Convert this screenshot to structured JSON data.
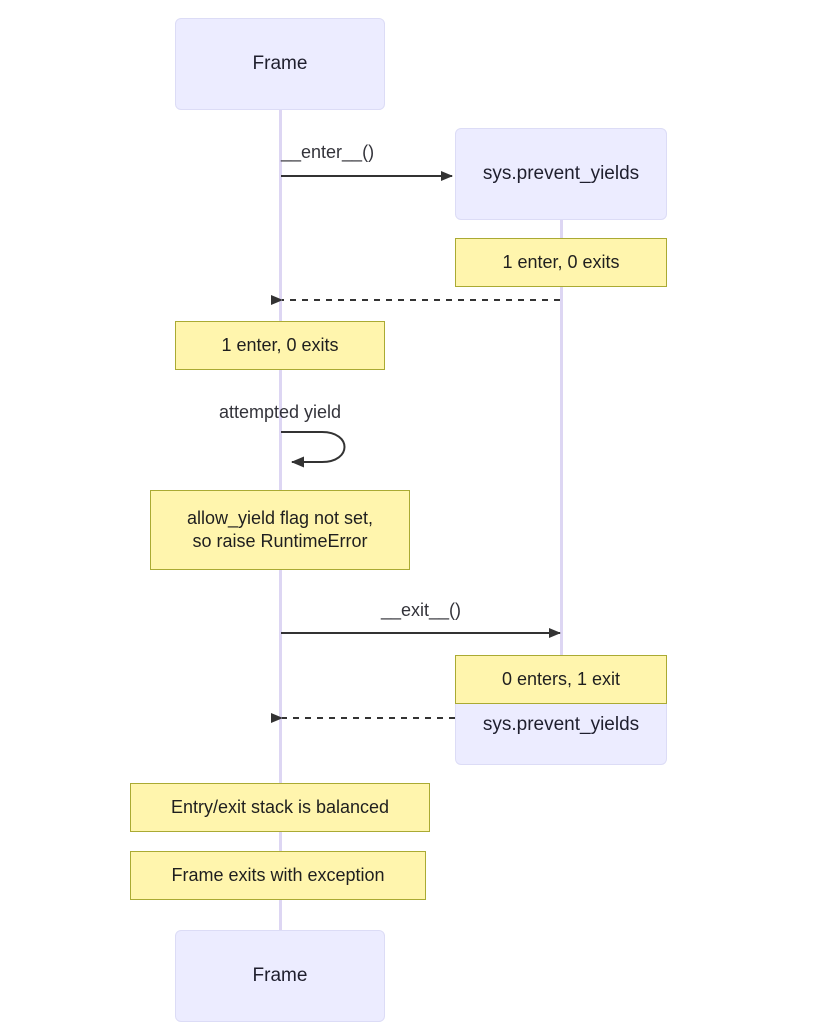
{
  "diagram": {
    "type": "sequence-diagram",
    "title": "",
    "background_color": "#ffffff",
    "actor_fill": "#ececff",
    "actor_stroke": "#dcdcf6",
    "note_fill": "#fff5ad",
    "note_stroke": "#aaaa33",
    "lifeline_color": "#ddd6f3",
    "arrow_color": "#333333",
    "label_color": "#33333a"
  },
  "participants": {
    "left_top": {
      "label": "Frame"
    },
    "left_bottom": {
      "label": "Frame"
    },
    "right_top": {
      "label": "sys.prevent_yields"
    },
    "right_bottom": {
      "label": "sys.prevent_yields"
    }
  },
  "messages": [
    {
      "id": "enter",
      "label": "__enter__()",
      "kind": "solid-arrow",
      "direction": "left-to-right"
    },
    {
      "id": "enter_return",
      "label": "",
      "kind": "dashed-arrow",
      "direction": "right-to-left"
    },
    {
      "id": "attempted_yield",
      "label": "attempted yield",
      "kind": "self-loop",
      "direction": "self"
    },
    {
      "id": "exit",
      "label": "__exit__()",
      "kind": "solid-arrow",
      "direction": "left-to-right"
    },
    {
      "id": "exit_return",
      "label": "",
      "kind": "dashed-arrow",
      "direction": "right-to-left"
    }
  ],
  "notes": [
    {
      "id": "note-right-enter",
      "text": "1 enter, 0 exits",
      "side": "right"
    },
    {
      "id": "note-left-enter",
      "text": "1 enter, 0 exits",
      "side": "left"
    },
    {
      "id": "note-allow-yield",
      "text": "allow_yield flag not set,\nso raise RuntimeError",
      "side": "left"
    },
    {
      "id": "note-right-exit",
      "text": "0 enters, 1 exit",
      "side": "right"
    },
    {
      "id": "note-balanced",
      "text": "Entry/exit stack is balanced",
      "side": "left"
    },
    {
      "id": "note-frame-exception",
      "text": "Frame exits with exception",
      "side": "left"
    }
  ]
}
